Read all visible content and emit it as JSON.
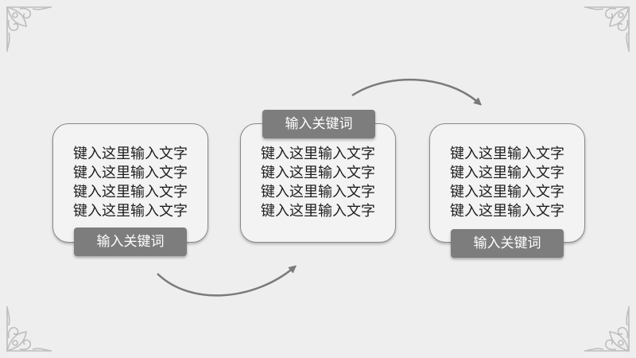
{
  "colors": {
    "background": "#efeeee",
    "card_border": "#8a8a8a",
    "badge_fill": "#7d7d7d",
    "arrow": "#7a7a7a",
    "text": "#1e1e1e"
  },
  "cards": [
    {
      "lines": [
        "键入这里输入文字",
        "键入这里输入文字",
        "键入这里输入文字",
        "键入这里输入文字"
      ],
      "keyword": "输入关键词"
    },
    {
      "lines": [
        "键入这里输入文字",
        "键入这里输入文字",
        "键入这里输入文字",
        "键入这里输入文字"
      ],
      "keyword": "输入关键词"
    },
    {
      "lines": [
        "键入这里输入文字",
        "键入这里输入文字",
        "键入这里输入文字",
        "键入这里输入文字"
      ],
      "keyword": "输入关键词"
    }
  ],
  "ornaments": [
    "corner-flourish-icon",
    "corner-flourish-icon",
    "corner-flourish-icon",
    "corner-flourish-icon"
  ],
  "arrows": [
    "curved-arrow-icon",
    "curved-arrow-icon"
  ]
}
